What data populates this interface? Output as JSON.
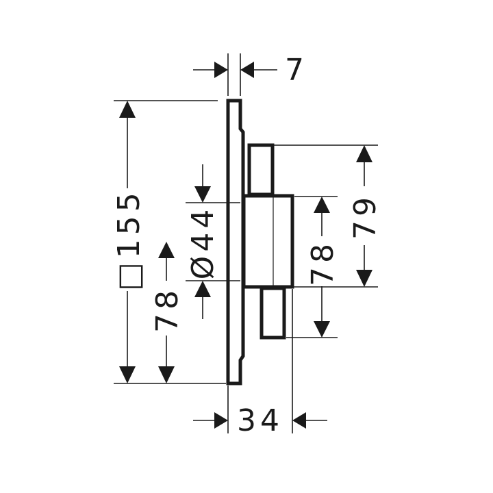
{
  "drawing": {
    "dimensions": {
      "plate_thickness": "7",
      "plate_height": "□155",
      "diameter": "Ø44",
      "offset_left": "78",
      "offset_right": "78",
      "module_height": "79",
      "depth": "34"
    },
    "colors": {
      "line": "#1a1a1a",
      "background": "#ffffff"
    }
  }
}
